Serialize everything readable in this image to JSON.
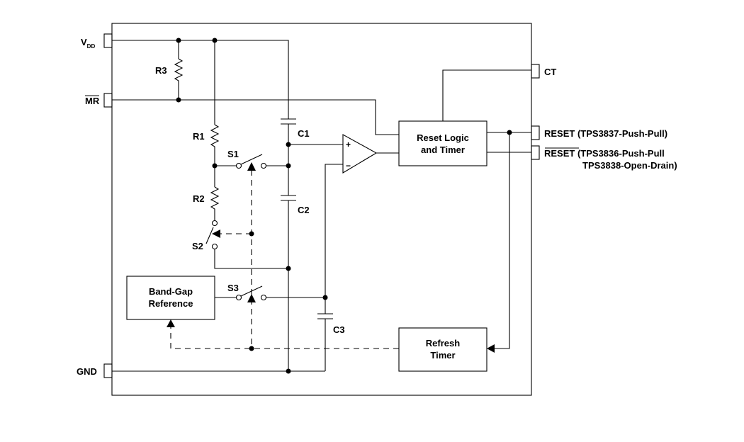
{
  "pins": {
    "vdd": "V",
    "vdd_sub": "DD",
    "mr": "MR",
    "gnd": "GND",
    "ct": "CT",
    "reset": "RESET (TPS3837-Push-Pull)",
    "reset_bar": "RESET",
    "reset_bar_rest": " (TPS3836-Push-Pull",
    "reset_bar_line2": "TPS3838-Open-Drain)"
  },
  "components": {
    "r1": "R1",
    "r2": "R2",
    "r3": "R3",
    "c1": "C1",
    "c2": "C2",
    "c3": "C3",
    "s1": "S1",
    "s2": "S2",
    "s3": "S3"
  },
  "blocks": {
    "reset_logic_line1": "Reset Logic",
    "reset_logic_line2": "and Timer",
    "refresh_line1": "Refresh",
    "refresh_line2": "Timer",
    "bandgap_line1": "Band-Gap",
    "bandgap_line2": "Reference"
  },
  "comparator": {
    "plus": "+",
    "minus": "−"
  }
}
